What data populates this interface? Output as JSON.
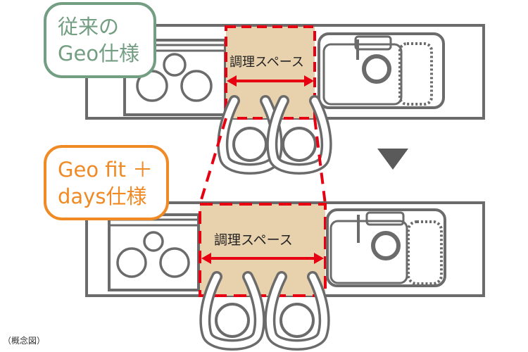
{
  "labels": {
    "old": {
      "line1": "従来の",
      "line2": "Geo仕様"
    },
    "new": {
      "line1": "Geo fit ＋",
      "line2": "days仕様"
    }
  },
  "cooking_space_label": "調理スペース",
  "note": "（概念図）",
  "colors": {
    "old": "#739e82",
    "new": "#ef8a25",
    "accent": "#e60012",
    "space": "#e8d1ad",
    "line": "#6b6b6b"
  }
}
